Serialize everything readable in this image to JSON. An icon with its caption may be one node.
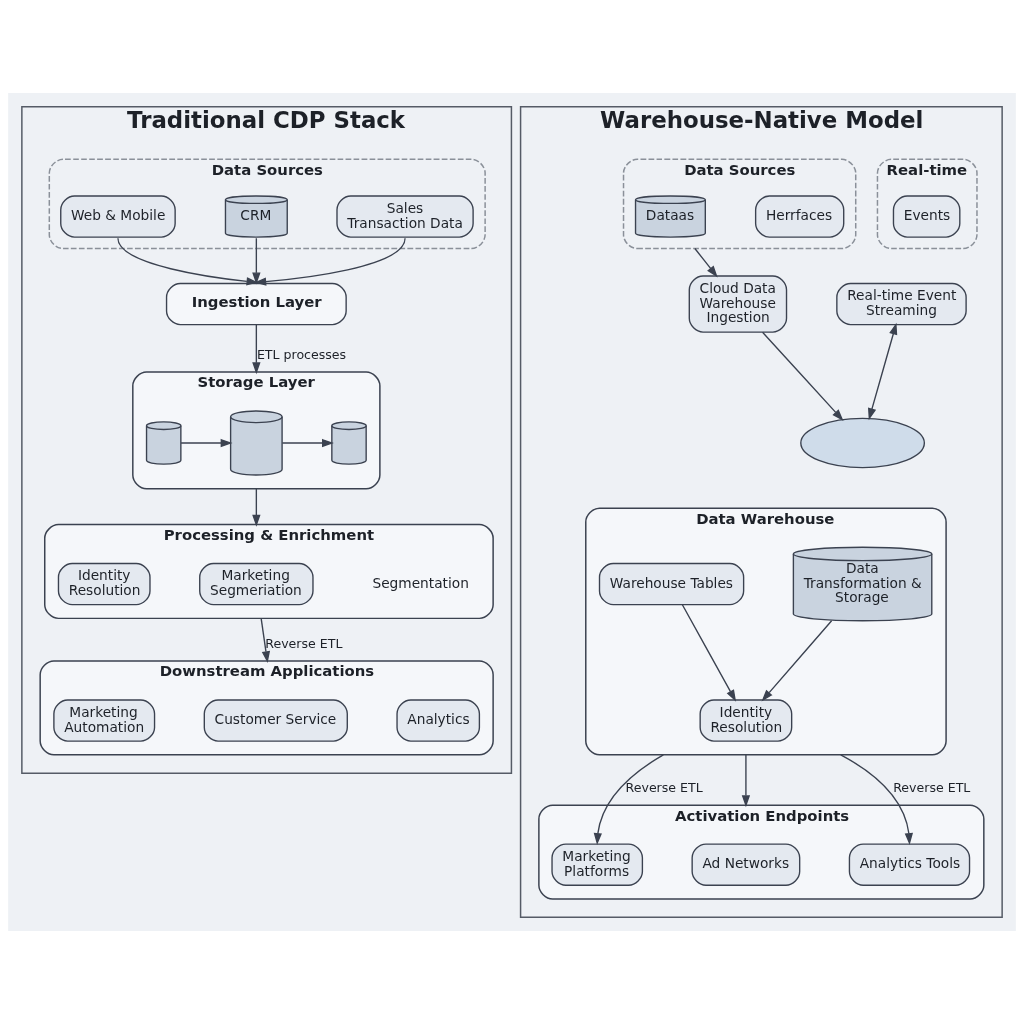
{
  "diagram": {
    "nodes": [
      {
        "text": [
          "Traditional CDP Stack"
        ]
      },
      {
        "text": [
          "Data Sources"
        ],
        "in": 0
      },
      {
        "text": [
          "Web & Mobile"
        ],
        "in": 1
      },
      {
        "text": [
          "CRM"
        ],
        "in": 1
      },
      {
        "text": [
          "Sales Transaction Data"
        ],
        "in": 1
      },
      {
        "text": [
          "Ingestion Layer"
        ],
        "in": 0
      },
      {
        "text": [
          "Storage Layer"
        ],
        "in": 0
      },
      {
        "text": [],
        "shape": "cylinder",
        "in": 6
      },
      {
        "text": [],
        "shape": "cylinder",
        "in": 6
      },
      {
        "text": [],
        "shape": "cylinder",
        "in": 6
      },
      {
        "text": [
          "Processing & Enrichment"
        ],
        "in": 0
      },
      {
        "text": [
          "Identity Resolution"
        ],
        "in": 10
      },
      {
        "text": [
          "Marketing Segmeriation"
        ],
        "in": 10
      },
      {
        "text": [
          "Segmentation"
        ],
        "in": 10
      },
      {
        "text": [
          "Downstream Applications"
        ],
        "in": 0
      },
      {
        "text": [
          "Marketing Automation"
        ],
        "in": 14
      },
      {
        "text": [
          "Customer Service"
        ],
        "in": 14
      },
      {
        "text": [
          "Analytics"
        ],
        "in": 14
      },
      {
        "text": [
          "Warehouse-Native Model"
        ]
      },
      {
        "text": [
          "Data Sources"
        ],
        "in": 18
      },
      {
        "text": [
          "Dataas"
        ],
        "in": 19
      },
      {
        "text": [
          "Herrfaces"
        ],
        "in": 19
      },
      {
        "text": [
          "Real-time"
        ],
        "in": 18
      },
      {
        "text": [
          "Events"
        ],
        "in": 22
      },
      {
        "text": [
          "Cloud Data Warehouse Ingestion"
        ],
        "in": 18
      },
      {
        "text": [
          "Real-time Event Streaming"
        ],
        "in": 18
      },
      {
        "text": [],
        "shape": "cloud",
        "in": 18
      },
      {
        "text": [
          "Data Warehouse"
        ],
        "in": 18
      },
      {
        "text": [
          "Warehouse Tables"
        ],
        "in": 27
      },
      {
        "text": [
          "Data Transformation & Storage"
        ],
        "in": 27
      },
      {
        "text": [
          "Identity Resolution"
        ],
        "in": 27
      },
      {
        "text": [
          "Activation Endpoints"
        ],
        "in": 18
      },
      {
        "text": [
          "Marketing Platforms"
        ],
        "in": 31
      },
      {
        "text": [
          "Ad Networks"
        ],
        "in": 31
      },
      {
        "text": [
          "Analytics Tools"
        ],
        "in": 31
      }
    ],
    "edges": [
      {
        "from": 2,
        "to": 5,
        "arrow": "to"
      },
      {
        "from": 3,
        "to": 5,
        "arrow": "to"
      },
      {
        "from": 4,
        "to": 5,
        "arrow": "to"
      },
      {
        "from": 5,
        "to": 6,
        "arrow": "to",
        "label": "ETL processes"
      },
      {
        "from": 7,
        "to": 8,
        "arrow": "to"
      },
      {
        "from": 8,
        "to": 9,
        "arrow": "to"
      },
      {
        "from": 6,
        "to": 10,
        "arrow": "to"
      },
      {
        "from": 10,
        "to": 14,
        "arrow": "to",
        "label": "Reverse ETL"
      },
      {
        "from": 19,
        "to": 24,
        "arrow": "to"
      },
      {
        "from": 24,
        "to": 26,
        "arrow": "to"
      },
      {
        "from": 25,
        "to": 26,
        "arrow": "both"
      },
      {
        "from": 27,
        "to": 32,
        "arrow": "to",
        "label": "Reverse ETL"
      },
      {
        "from": 27,
        "to": 31,
        "arrow": "to"
      },
      {
        "from": 27,
        "to": 34,
        "arrow": "to",
        "label": "Reverse ETL"
      },
      {
        "from": 28,
        "to": 30,
        "arrow": "to"
      },
      {
        "from": 29,
        "to": 30,
        "arrow": "to"
      }
    ]
  }
}
